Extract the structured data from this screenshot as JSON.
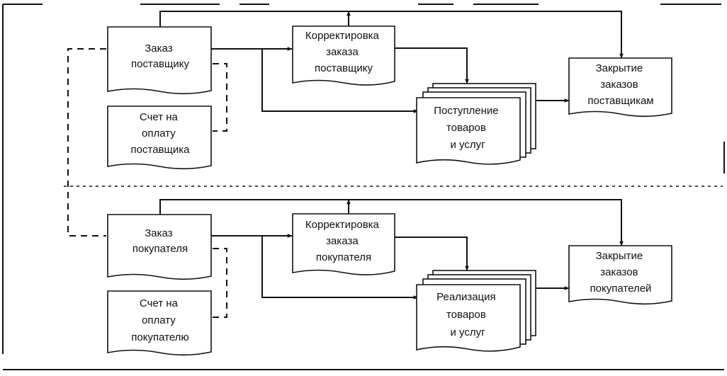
{
  "nodes": {
    "supplier_order": [
      "Заказ",
      "поставщику"
    ],
    "supplier_invoice": [
      "Счет на",
      "оплату",
      "поставщика"
    ],
    "supplier_order_adjustment": [
      "Корректировка",
      "заказа",
      "поставщику"
    ],
    "goods_receipt": [
      "Поступление",
      "товаров",
      "и услуг"
    ],
    "supplier_orders_closing": [
      "Закрытие",
      "заказов",
      "поставщикам"
    ],
    "customer_order": [
      "Заказ",
      "покупателя"
    ],
    "customer_invoice": [
      "Счет на",
      "оплату",
      "покупателю"
    ],
    "customer_order_adjustment": [
      "Корректировка",
      "заказа",
      "покупателя"
    ],
    "goods_sale": [
      "Реализация",
      "товаров",
      "и услуг"
    ],
    "customer_orders_closing": [
      "Закрытие",
      "заказов",
      "покупателей"
    ]
  }
}
